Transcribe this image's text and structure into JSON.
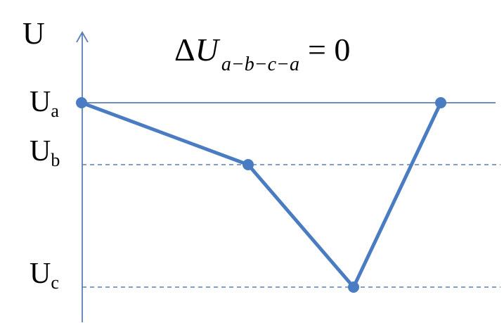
{
  "axis_label": "U",
  "equation": {
    "delta": "Δ",
    "variable": "U",
    "subscript": "a−b−c−a",
    "equals": "= 0"
  },
  "levels": [
    {
      "base": "U",
      "sub": "a",
      "line_style": "solid"
    },
    {
      "base": "U",
      "sub": "b",
      "line_style": "dashed"
    },
    {
      "base": "U",
      "sub": "c",
      "line_style": "dashed"
    }
  ],
  "path_points": [
    "a",
    "b",
    "c",
    "a"
  ],
  "colors": {
    "axis": "#5b7fb5",
    "path": "#4a7cc1",
    "text": "#000000"
  }
}
